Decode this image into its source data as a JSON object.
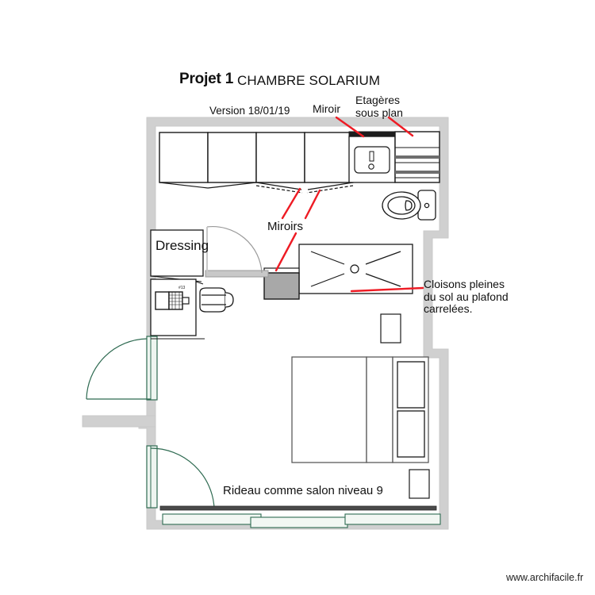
{
  "document": {
    "title_project": "Projet 1",
    "title_room": "CHAMBRE SOLARIUM",
    "version": "Version 18/01/19",
    "watermark": "www.archifacile.fr"
  },
  "annotations": {
    "miroir": "Miroir",
    "etageres": "Etagères\nsous plan",
    "miroirs": "Miroirs",
    "cloisons": "Cloisons pleines\ndu sol au plafond\ncarrelées.",
    "rideau": "Rideau comme salon niveau 9"
  },
  "rooms": {
    "dressing_label": "Dressing"
  },
  "colors": {
    "wall_fill": "#d0d0d0",
    "wall_stroke": "#c4c4c4",
    "furniture_stroke": "#1a1a1a",
    "furniture_soft_stroke": "#5a5a5a",
    "annotation_arrow": "#ee1b24",
    "door_green": "#2f6b52",
    "door_green_fill": "#eef5f0",
    "door_gray": "#9a9a9a",
    "shelf_band": "#6e6e6e",
    "gray_unit_fill": "#a8a8a8",
    "curtain_rail": "#4a4a4a",
    "text": "#111111"
  },
  "fixtures": {
    "closets": [
      {
        "name": "closet-1"
      },
      {
        "name": "closet-2"
      },
      {
        "name": "closet-3"
      },
      {
        "name": "closet-4"
      }
    ],
    "sink": {
      "name": "washbasin"
    },
    "shelves": {
      "name": "shelf-unit",
      "shelf_count": 4
    },
    "toilet": {
      "name": "wc"
    },
    "shower": {
      "name": "shower-tray",
      "drain": true
    },
    "bed": {
      "name": "double-bed",
      "pillows": 2
    },
    "desk": {
      "name": "desk-with-computer"
    },
    "chair": {
      "name": "office-chair"
    },
    "nightstands": 3,
    "gray_unit": {
      "name": "vanity-unit"
    }
  },
  "doors": [
    {
      "name": "door-left-upper",
      "color": "green",
      "swing": "inward"
    },
    {
      "name": "door-left-lower",
      "color": "green",
      "swing": "inward"
    },
    {
      "name": "door-dressing",
      "color": "gray",
      "swing": "inward"
    }
  ],
  "openings": {
    "curtain_rail": "curtain-track",
    "sliding_panels": 3
  }
}
